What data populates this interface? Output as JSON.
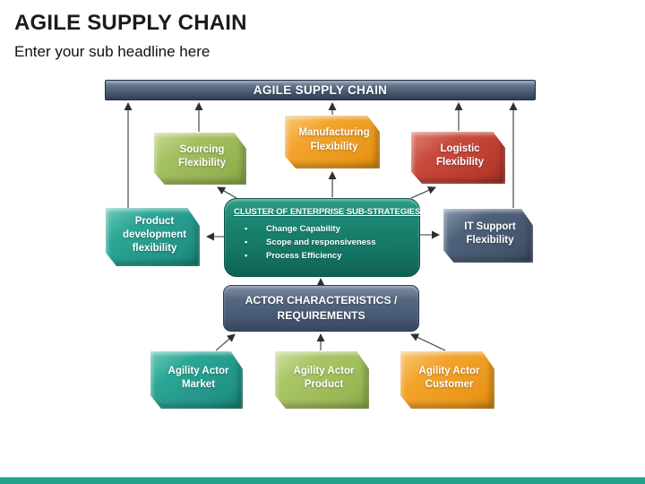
{
  "slide": {
    "title": "AGILE SUPPLY CHAIN",
    "subtitle": "Enter your sub headline here"
  },
  "diagram": {
    "top_bar_label": "AGILE SUPPLY CHAIN",
    "boxes": {
      "sourcing": {
        "label": "Sourcing Flexibility",
        "color": "#a5c061"
      },
      "manufacturing": {
        "label": "Manufacturing Flexibility",
        "color": "#f3a42c"
      },
      "logistic": {
        "label": "Logistic Flexibility",
        "color": "#c74b3e"
      },
      "product_development": {
        "label": "Product development flexibility",
        "color": "#2ba795"
      },
      "it_support": {
        "label": "IT Support Flexibility",
        "color": "#4f617a"
      },
      "agility_market": {
        "label": "Agility Actor Market",
        "color": "#2ba795"
      },
      "agility_product": {
        "label": "Agility Actor Product",
        "color": "#aac566"
      },
      "agility_customer": {
        "label": "Agility Actor Customer",
        "color": "#f3a42c"
      }
    },
    "cluster": {
      "title": "CLUSTER OF ENTERPRISE SUB-STRATEGIES",
      "bullets": [
        "Change Capability",
        "Scope and responsiveness",
        "Process Efficiency"
      ]
    },
    "actor_box": {
      "line1": "ACTOR CHARACTERISTICS /",
      "line2": "REQUIREMENTS"
    }
  },
  "colors": {
    "banner_slate": "#4a5c74",
    "cluster_teal": "#1b8673",
    "bottom_accent": "#23a189",
    "arrow": "#3a3a3a"
  }
}
